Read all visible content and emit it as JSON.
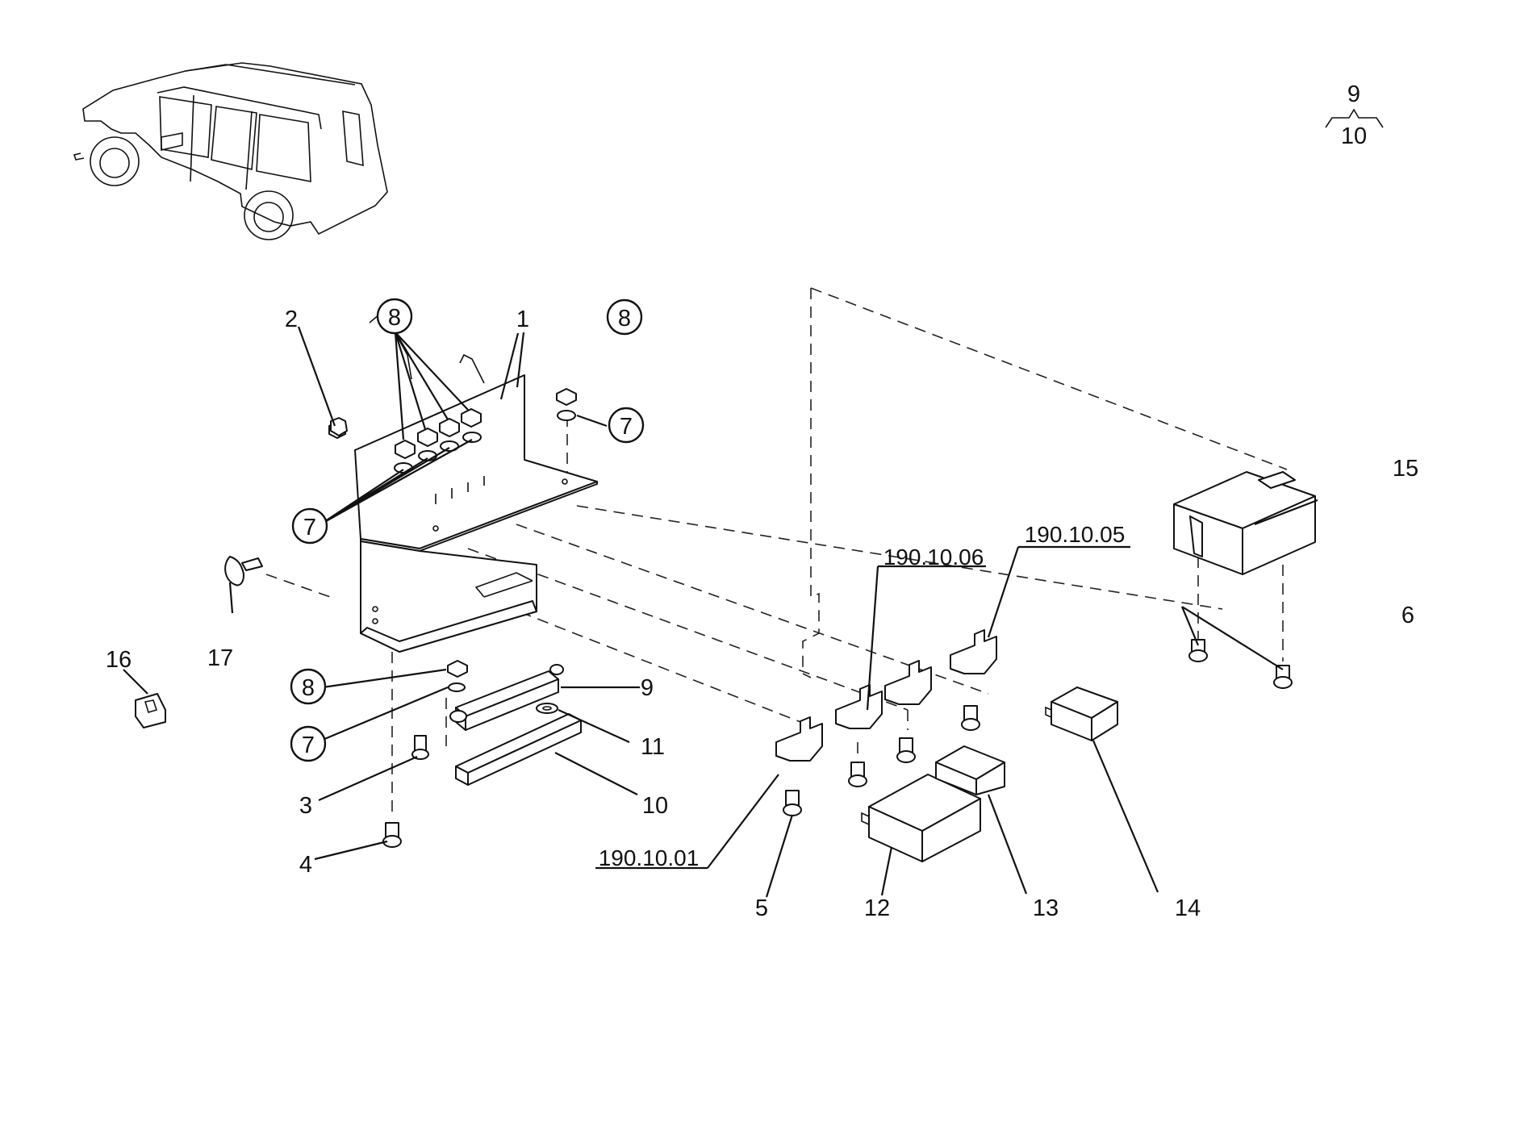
{
  "page_range": {
    "top": "9",
    "bottom": "10"
  },
  "callouts": {
    "c1": "1",
    "c2": "2",
    "c3": "3",
    "c4": "4",
    "c5": "5",
    "c6": "6",
    "c7a": "7",
    "c7b": "7",
    "c7c": "7",
    "c8a": "8",
    "c8b": "8",
    "c8c": "8",
    "c9": "9",
    "c10": "10",
    "c11": "11",
    "c12": "12",
    "c13": "13",
    "c14": "14",
    "c15": "15",
    "c16": "16",
    "c17": "17"
  },
  "references": {
    "r1": "190.10.06",
    "r2": "190.10.05",
    "r3": "190.10.01"
  }
}
